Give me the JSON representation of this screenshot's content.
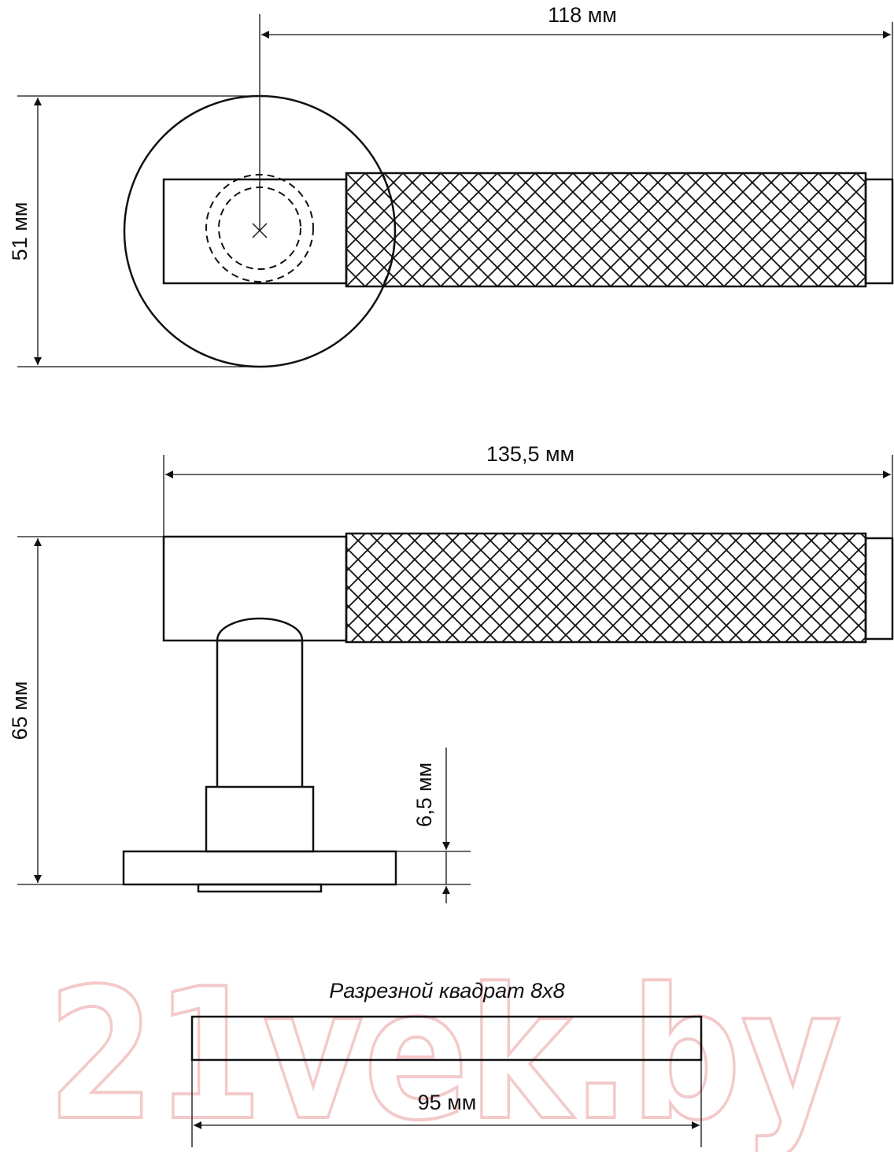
{
  "watermark": "21vek.by",
  "top_view": {
    "width_label": "118 мм",
    "height_label": "51 мм"
  },
  "side_view": {
    "width_label": "135,5 мм",
    "height_label": "65 мм",
    "rosette_label": "6,5 мм"
  },
  "spindle": {
    "caption": "Разрезной квадрат 8x8",
    "length_label": "95 мм"
  }
}
